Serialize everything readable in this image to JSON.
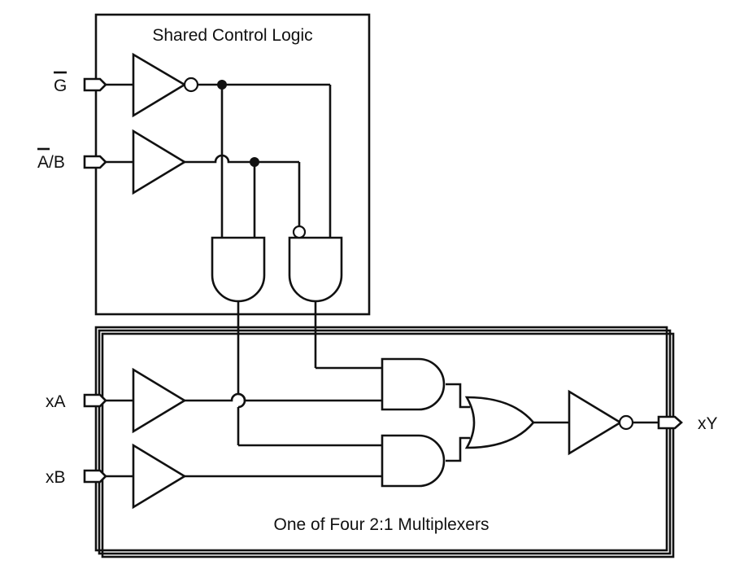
{
  "diagram": {
    "control_block_title": "Shared Control Logic",
    "mux_block_title": "One of Four 2:1 Multiplexers",
    "inputs": {
      "g": "G",
      "ab_a": "A",
      "ab_rest": "/B",
      "xa": "xA",
      "xb": "xB"
    },
    "output": "xY",
    "colors": {
      "line": "#111111",
      "background": "#ffffff"
    }
  }
}
